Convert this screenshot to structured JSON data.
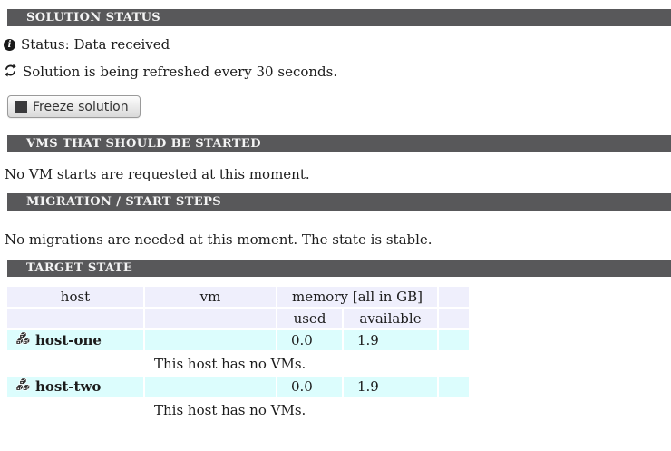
{
  "colors": {
    "section_bar_bg": "#58585a",
    "section_bar_text": "#f4f4f4",
    "table_header_bg": "#efeffc",
    "host_row_bg": "#dcfdfd",
    "text": "#1c1c1c"
  },
  "icons": {
    "info_glyph": "i"
  },
  "solution_status": {
    "title": "SOLUTION STATUS",
    "status_line": "Status: Data received",
    "refresh_line": "Solution is being refreshed every 30 seconds.",
    "freeze_button_label": "Freeze solution"
  },
  "vms_to_start": {
    "title": "VMS THAT SHOULD BE STARTED",
    "message": "No VM starts are requested at this moment."
  },
  "migration_steps": {
    "title": "MIGRATION / START STEPS",
    "message": "No migrations are needed at this moment. The state is stable."
  },
  "target_state": {
    "title": "TARGET STATE",
    "table": {
      "headers": {
        "host": "host",
        "vm": "vm",
        "memory_group": "memory [all in GB]",
        "used": "used",
        "available": "available"
      },
      "hosts": [
        {
          "name": "host-one",
          "vm": "",
          "used": "0.0",
          "available": "1.9",
          "note": "This host has no VMs."
        },
        {
          "name": "host-two",
          "vm": "",
          "used": "0.0",
          "available": "1.9",
          "note": "This host has no VMs."
        }
      ]
    }
  }
}
